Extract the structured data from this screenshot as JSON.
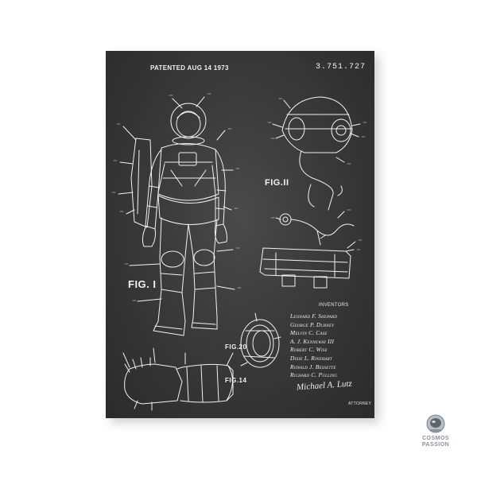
{
  "poster": {
    "patented": "PATENTED AUG 14 1973",
    "patent_number": "3.751.727",
    "figures": {
      "fig1": "FIG. I",
      "fig11": "FIG.II",
      "fig14": "FIG.14",
      "fig20": "FIG.20"
    },
    "inventors_heading": "INVENTORS",
    "inventors": [
      "Leonard F. Shepard",
      "George P. Durney",
      "Melvin C. Case",
      "A. J. Kenneway III",
      "Robert C. Wise",
      "Dixie L. Rinehart",
      "Ronald J. Bessette",
      "Richard C. Pulling"
    ],
    "signature": "Michael A. Lutz",
    "attorney_label": "ATTORNEY"
  },
  "logo": {
    "line1": "COSMOS",
    "line2": "PASSION",
    "icon": "astronaut-helmet-icon"
  },
  "colors": {
    "chalkboard": "#3a3a3a",
    "chalk": "#f0f0f0",
    "logo_gray": "#8a8f96"
  }
}
